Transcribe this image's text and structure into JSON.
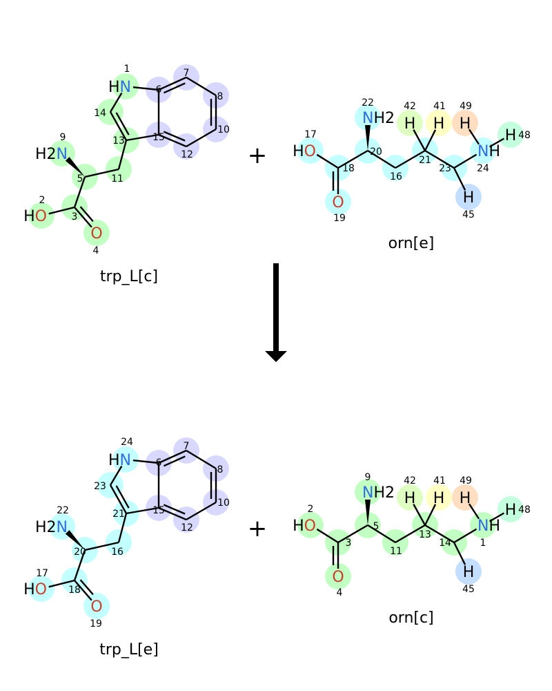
{
  "colors": {
    "green": "#bfffbf",
    "purple": "#d6d6ff",
    "cyan": "#c0ffff",
    "lime": "#dcffbe",
    "yellow": "#ffffc0",
    "orange": "#ffdcbe",
    "mint": "#c0ffdc",
    "blue": "#c0dcff",
    "N": "#2f6fdc",
    "O": "#c8402c",
    "bond": "#000000"
  },
  "plus_sign": "+",
  "reactants": [
    {
      "name": "trp_L[c]",
      "atoms": [
        {
          "num": "1",
          "sym": "N",
          "h": "H",
          "hside": "left",
          "color": "green"
        },
        {
          "num": "6",
          "color": "purple"
        },
        {
          "num": "7",
          "color": "purple"
        },
        {
          "num": "8",
          "color": "purple"
        },
        {
          "num": "10",
          "color": "purple"
        },
        {
          "num": "12",
          "color": "purple"
        },
        {
          "num": "15",
          "color": "purple"
        },
        {
          "num": "13",
          "color": "green"
        },
        {
          "num": "14",
          "color": "green"
        },
        {
          "num": "11",
          "color": "green"
        },
        {
          "num": "5",
          "color": "green"
        },
        {
          "num": "9",
          "sym": "N",
          "h": "H2",
          "hside": "left",
          "color": "green"
        },
        {
          "num": "3",
          "color": "green"
        },
        {
          "num": "2",
          "sym": "O",
          "h": "H",
          "hside": "left",
          "color": "green"
        },
        {
          "num": "4",
          "sym": "O",
          "color": "green"
        }
      ]
    },
    {
      "name": "orn[e]",
      "atoms": [
        {
          "num": "17",
          "sym": "O",
          "h": "H",
          "hside": "left",
          "color": "cyan"
        },
        {
          "num": "18",
          "color": "cyan"
        },
        {
          "num": "19",
          "sym": "O",
          "color": "cyan"
        },
        {
          "num": "20",
          "color": "cyan"
        },
        {
          "num": "22",
          "sym": "N",
          "h": "H2",
          "hside": "right",
          "color": "cyan"
        },
        {
          "num": "16",
          "color": "cyan"
        },
        {
          "num": "21",
          "color": "cyan"
        },
        {
          "num": "42",
          "sym": "H",
          "color": "lime"
        },
        {
          "num": "41",
          "sym": "H",
          "color": "yellow"
        },
        {
          "num": "23",
          "color": "cyan"
        },
        {
          "num": "45",
          "sym": "H",
          "color": "blue"
        },
        {
          "num": "24",
          "sym": "N",
          "h": "H",
          "hside": "right",
          "color": "cyan"
        },
        {
          "num": "49",
          "sym": "H",
          "color": "orange"
        },
        {
          "num": "48",
          "sym": "H",
          "color": "mint"
        }
      ]
    }
  ],
  "products": [
    {
      "name": "trp_L[e]",
      "atoms": [
        {
          "num": "24",
          "sym": "N",
          "h": "H",
          "hside": "left",
          "color": "cyan"
        },
        {
          "num": "6",
          "color": "purple"
        },
        {
          "num": "7",
          "color": "purple"
        },
        {
          "num": "8",
          "color": "purple"
        },
        {
          "num": "10",
          "color": "purple"
        },
        {
          "num": "12",
          "color": "purple"
        },
        {
          "num": "15",
          "color": "purple"
        },
        {
          "num": "21",
          "color": "cyan"
        },
        {
          "num": "23",
          "color": "cyan"
        },
        {
          "num": "16",
          "color": "cyan"
        },
        {
          "num": "20",
          "color": "cyan"
        },
        {
          "num": "22",
          "sym": "N",
          "h": "H2",
          "hside": "left",
          "color": "cyan"
        },
        {
          "num": "18",
          "color": "cyan"
        },
        {
          "num": "17",
          "sym": "O",
          "h": "H",
          "hside": "left",
          "color": "cyan"
        },
        {
          "num": "19",
          "sym": "O",
          "color": "cyan"
        }
      ]
    },
    {
      "name": "orn[c]",
      "atoms": [
        {
          "num": "2",
          "sym": "O",
          "h": "H",
          "hside": "left",
          "color": "green"
        },
        {
          "num": "3",
          "color": "green"
        },
        {
          "num": "4",
          "sym": "O",
          "color": "green"
        },
        {
          "num": "5",
          "color": "green"
        },
        {
          "num": "9",
          "sym": "N",
          "h": "H2",
          "hside": "right",
          "color": "green"
        },
        {
          "num": "11",
          "color": "green"
        },
        {
          "num": "13",
          "color": "green"
        },
        {
          "num": "42",
          "sym": "H",
          "color": "lime"
        },
        {
          "num": "41",
          "sym": "H",
          "color": "yellow"
        },
        {
          "num": "14",
          "color": "green"
        },
        {
          "num": "45",
          "sym": "H",
          "color": "blue"
        },
        {
          "num": "1",
          "sym": "N",
          "h": "H",
          "hside": "right",
          "color": "green"
        },
        {
          "num": "49",
          "sym": "H",
          "color": "orange"
        },
        {
          "num": "48",
          "sym": "H",
          "color": "mint"
        }
      ]
    }
  ]
}
